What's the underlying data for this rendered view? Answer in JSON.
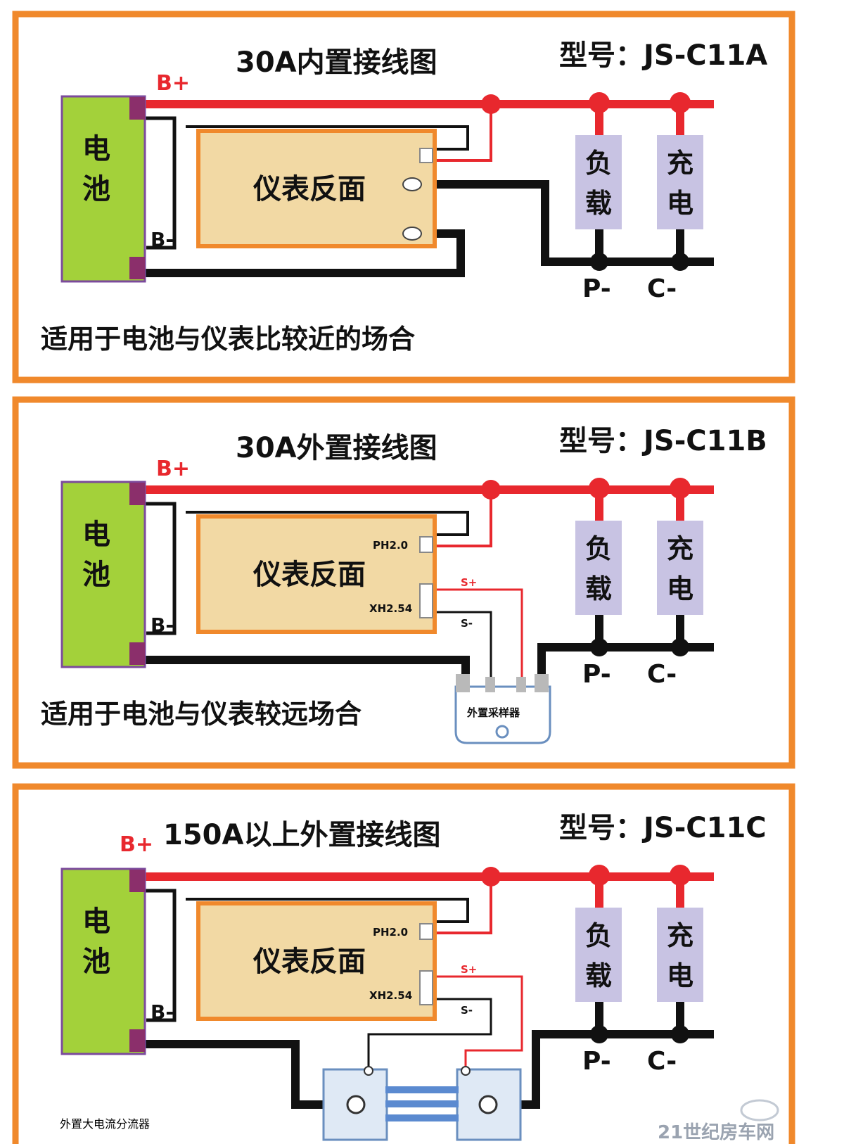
{
  "colors": {
    "frame": "#f0892c",
    "wire_positive": "#e8282e",
    "wire_negative": "#111111",
    "battery": "#a3d13a",
    "meter_panel": "#f2d9a4",
    "meter_border": "#f0892c",
    "load_charge_box": "#c8c3e3",
    "shunt_text": "#3a6fb7"
  },
  "panels": [
    {
      "title": "30A内置接线图",
      "model": "型号：JS-C11A",
      "b_plus": "B+",
      "b_minus": "B-",
      "battery": [
        "电",
        "池"
      ],
      "meter": "仪表反面",
      "load": [
        "负",
        "载"
      ],
      "charge": [
        "充",
        "电"
      ],
      "p_minus": "P-",
      "c_minus": "C-",
      "note": "适用于电池与仪表比较近的场合"
    },
    {
      "title": "30A外置接线图",
      "model": "型号：JS-C11B",
      "b_plus": "B+",
      "b_minus": "B-",
      "battery": [
        "电",
        "池"
      ],
      "meter": "仪表反面",
      "port1": "PH2.0",
      "port2": "XH2.54",
      "s_plus": "S+",
      "s_minus": "S-",
      "load": [
        "负",
        "载"
      ],
      "charge": [
        "充",
        "电"
      ],
      "p_minus": "P-",
      "c_minus": "C-",
      "note": "适用于电池与仪表较远场合",
      "sampler": "外置采样器"
    },
    {
      "title": "150A以上外置接线图",
      "model": "型号：JS-C11C",
      "b_plus": "B+",
      "b_minus": "B-",
      "battery": [
        "电",
        "池"
      ],
      "meter": "仪表反面",
      "port1": "PH2.0",
      "port2": "XH2.54",
      "s_plus": "S+",
      "s_minus": "S-",
      "load": [
        "负",
        "载"
      ],
      "charge": [
        "充",
        "电"
      ],
      "p_minus": "P-",
      "c_minus": "C-",
      "shunt": "外置大电流分流器"
    }
  ],
  "watermark": "21世纪房车网"
}
